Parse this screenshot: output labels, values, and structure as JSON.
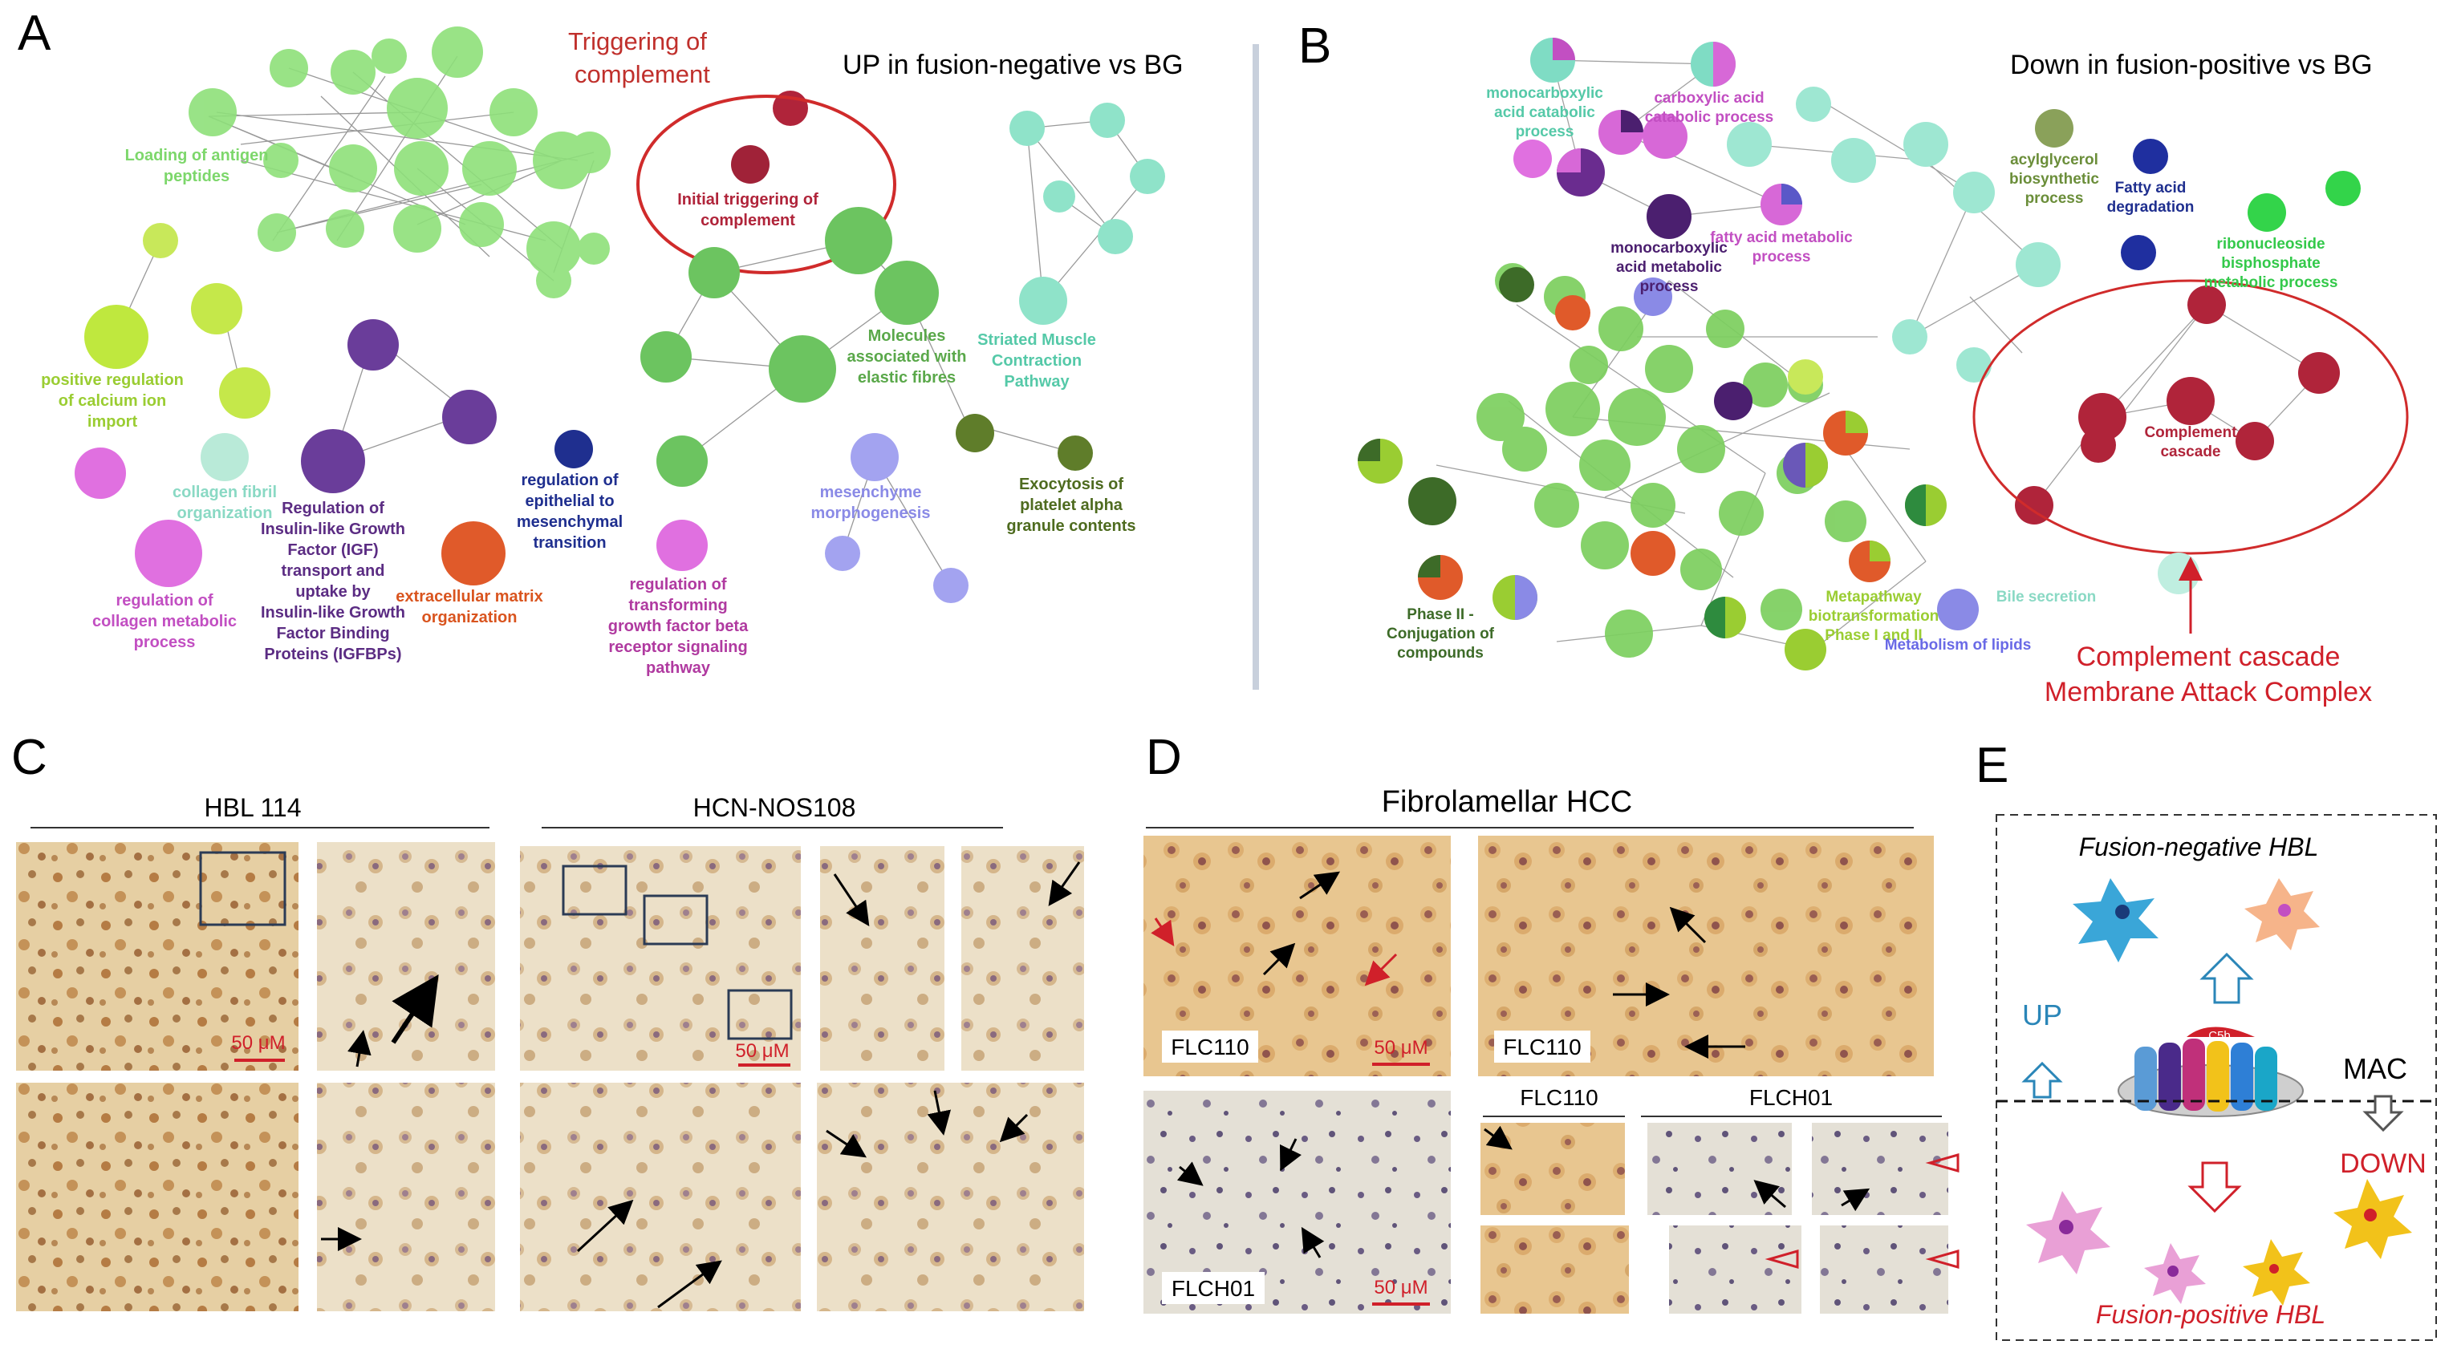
{
  "panels": {
    "A": {
      "letter": "A",
      "title": "UP in fusion-negative vs BG",
      "callout": [
        "Triggering  of",
        "complement"
      ],
      "labels": [
        {
          "lines": [
            "Loading of antigen",
            "peptides"
          ],
          "color": "#7dd76b"
        },
        {
          "lines": [
            "positive regulation",
            "of calcium ion",
            "import"
          ],
          "color": "#9acd32"
        },
        {
          "lines": [
            "collagen fibril",
            "organization"
          ],
          "color": "#8ad9c4"
        },
        {
          "lines": [
            "regulation of",
            "collagen metabolic",
            "process"
          ],
          "color": "#c24fc2"
        },
        {
          "lines": [
            "Regulation of",
            "Insulin-like Growth",
            "Factor (IGF)",
            "transport and",
            "uptake by",
            "Insulin-like Growth",
            "Factor Binding",
            "Proteins (IGFBPs)"
          ],
          "color": "#5b2c83"
        },
        {
          "lines": [
            "extracellular matrix",
            "organization"
          ],
          "color": "#d9541e"
        },
        {
          "lines": [
            "regulation of",
            "epithelial to",
            "mesenchymal",
            "transition"
          ],
          "color": "#1f2f8f"
        },
        {
          "lines": [
            "regulation of",
            "transforming",
            "growth factor beta",
            "receptor signaling",
            "pathway"
          ],
          "color": "#b03aa0"
        },
        {
          "lines": [
            "Initial triggering of",
            "complement"
          ],
          "color": "#b0243a"
        },
        {
          "lines": [
            "Molecules",
            "associated with",
            "elastic fibres"
          ],
          "color": "#5aa84a"
        },
        {
          "lines": [
            "Striated Muscle",
            "Contraction",
            "Pathway"
          ],
          "color": "#55c9a8"
        },
        {
          "lines": [
            "mesenchyme",
            "morphogenesis"
          ],
          "color": "#8a8ae6"
        },
        {
          "lines": [
            "Exocytosis of",
            "platelet alpha",
            "granule contents"
          ],
          "color": "#4e6b1f"
        }
      ]
    },
    "B": {
      "letter": "B",
      "title": "Down in fusion-positive vs BG",
      "callout": [
        "Complement cascade",
        "Membrane Attack Complex"
      ],
      "labels": [
        {
          "lines": [
            "monocarboxylic",
            "acid catabolic",
            "process"
          ],
          "color": "#55c9a8"
        },
        {
          "lines": [
            "carboxylic acid",
            "catabolic process"
          ],
          "color": "#c24fc2"
        },
        {
          "lines": [
            "acylglycerol",
            "biosynthetic",
            "process"
          ],
          "color": "#6b8e3a"
        },
        {
          "lines": [
            "Fatty acid",
            "degradation"
          ],
          "color": "#1f2f8f"
        },
        {
          "lines": [
            "ribonucleoside",
            "bisphosphate",
            "metabolic process"
          ],
          "color": "#33c94a"
        },
        {
          "lines": [
            "monocarboxylic",
            "acid metabolic",
            "process"
          ],
          "color": "#4b1f6f"
        },
        {
          "lines": [
            "fatty acid metabolic",
            "process"
          ],
          "color": "#c24fc2"
        },
        {
          "lines": [
            "Complement",
            "cascade"
          ],
          "color": "#b0243a"
        },
        {
          "lines": [
            "Phase II -",
            "Conjugation of",
            "compounds"
          ],
          "color": "#3d6b28"
        },
        {
          "lines": [
            "Metapathway",
            "biotransformation",
            "Phase I and II"
          ],
          "color": "#9acd32"
        },
        {
          "lines": [
            "Metabolism of lipids"
          ],
          "color": "#6a6ae6"
        },
        {
          "lines": [
            "Bile secretion"
          ],
          "color": "#8ad9c4"
        }
      ]
    },
    "C": {
      "letter": "C",
      "samples": [
        "HBL 114",
        "HCN-NOS108"
      ],
      "scale_bars": [
        "50 μM",
        "50 μM"
      ]
    },
    "D": {
      "letter": "D",
      "title": "Fibrolamellar  HCC",
      "image_labels": [
        "FLC110",
        "FLC110",
        "FLCH01"
      ],
      "sub_headers": [
        "FLC110",
        "FLCH01"
      ],
      "scale_bars": [
        "50 μM",
        "50 μM"
      ]
    },
    "E": {
      "letter": "E",
      "top_label": "Fusion-negative HBL",
      "bottom_label": "Fusion-positive HBL",
      "up": "UP",
      "down": "DOWN",
      "mac": "MAC",
      "c5b": "C5b",
      "colors": {
        "up": "#2a86b8",
        "down": "#d0202a",
        "cell_blue": "#3aa6d8",
        "cell_pink": "#e9a0d6",
        "cell_yellow": "#f2c21a"
      }
    }
  }
}
